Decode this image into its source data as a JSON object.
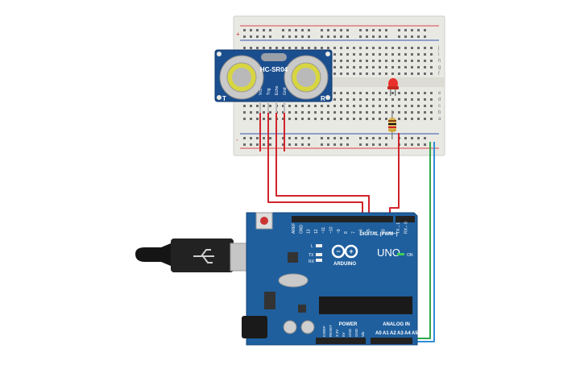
{
  "sensor": {
    "name": "HC-SR04",
    "pins": [
      "Vcc",
      "Trig",
      "Echo",
      "Gnd"
    ],
    "left_mark": "T",
    "right_mark": "R"
  },
  "arduino": {
    "model": "UNO",
    "brand": "ARDUINO",
    "digital_label": "DIGITAL (PWM~)",
    "power_label": "POWER",
    "analog_label": "ANALOG IN",
    "tx_label": "TX",
    "rx_label": "RX",
    "l_label": "L",
    "on_label": "ON",
    "digital_pins": [
      "AREF",
      "GND",
      "13",
      "12",
      "~11",
      "~10",
      "~9",
      "8",
      "7",
      "~6",
      "~5",
      "4",
      "~3",
      "2",
      "TX→1",
      "RX←0"
    ],
    "power_pins": [
      "IOREF",
      "RESET",
      "3.3V",
      "5V",
      "GND",
      "GND",
      "Vin"
    ],
    "analog_pins": [
      "A0",
      "A1",
      "A2",
      "A3",
      "A4",
      "A5"
    ]
  },
  "breadboard": {
    "row_letters_top": [
      "j",
      "i",
      "h",
      "g",
      "f"
    ],
    "row_letters_bottom": [
      "e",
      "d",
      "c",
      "b",
      "a"
    ],
    "rail_plus": "+",
    "rail_minus": "-"
  },
  "colors": {
    "board": "#1f5f9e",
    "wire_red": "#d2232a",
    "wire_green": "#2ea84a",
    "wire_blue": "#2e8fd6",
    "led": "#e8312a",
    "sensor_board": "#1a4e8f"
  }
}
